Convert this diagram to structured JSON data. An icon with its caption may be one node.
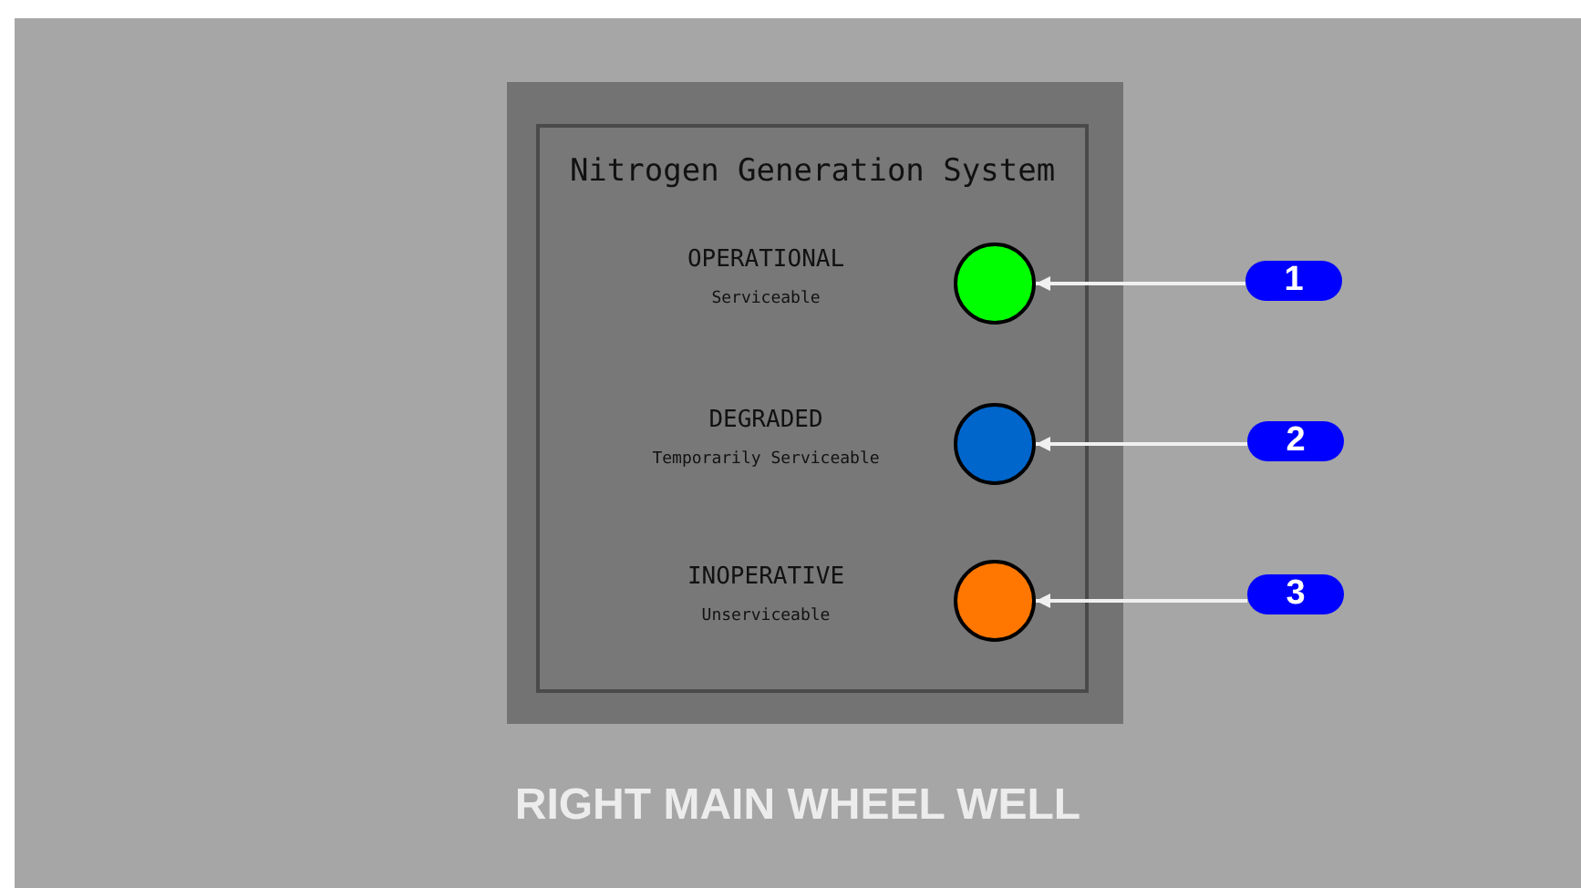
{
  "diagram": {
    "caption": "RIGHT MAIN WHEEL WELL",
    "nodes": [
      {
        "text": [],
        "shape": "box"
      },
      {
        "text": [
          "Nitrogen Generation System"
        ],
        "in": 0
      },
      {
        "text": [],
        "shape": "circle",
        "in": 1,
        "beside": [
          "OPERATIONAL",
          "Serviceable"
        ]
      },
      {
        "text": [],
        "shape": "circle",
        "in": 1,
        "beside": [
          "DEGRADED",
          "Temporarily Serviceable"
        ]
      },
      {
        "text": [],
        "shape": "circle",
        "in": 1,
        "beside": [
          "INOPERATIVE",
          "Unserviceable"
        ]
      },
      {
        "text": [
          "1"
        ]
      },
      {
        "text": [
          "2"
        ]
      },
      {
        "text": [
          "3"
        ]
      }
    ],
    "edges": [
      {
        "from": 5,
        "to": 2,
        "arrow": "to"
      },
      {
        "from": 6,
        "to": 3,
        "arrow": "to"
      },
      {
        "from": 7,
        "to": 4,
        "arrow": "to"
      }
    ]
  }
}
